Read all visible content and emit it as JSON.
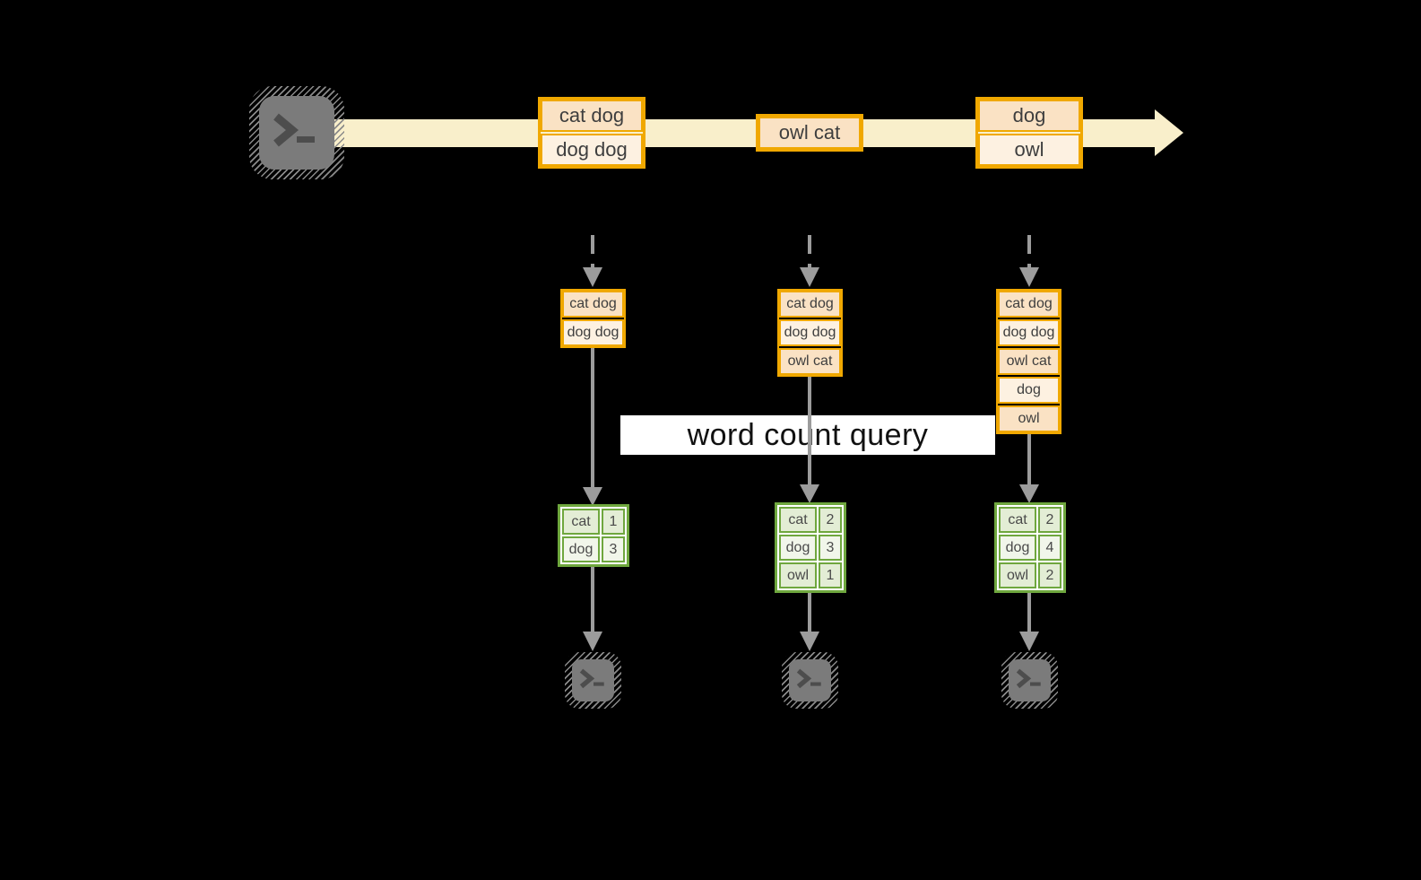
{
  "query": {
    "label": "word count query"
  },
  "stream": {
    "batches": [
      {
        "cells": [
          "cat dog",
          "dog dog"
        ]
      },
      {
        "cells": [
          "owl cat"
        ]
      },
      {
        "cells": [
          "dog",
          "owl"
        ]
      }
    ]
  },
  "buffers": [
    {
      "cells": [
        "cat dog",
        "dog dog"
      ]
    },
    {
      "cells": [
        "cat dog",
        "dog dog",
        "owl cat"
      ]
    },
    {
      "cells": [
        "cat dog",
        "dog dog",
        "owl cat",
        "dog",
        "owl"
      ]
    }
  ],
  "results": [
    {
      "rows": [
        {
          "word": "cat",
          "count": 1
        },
        {
          "word": "dog",
          "count": 3
        }
      ]
    },
    {
      "rows": [
        {
          "word": "cat",
          "count": 2
        },
        {
          "word": "dog",
          "count": 3
        },
        {
          "word": "owl",
          "count": 1
        }
      ]
    },
    {
      "rows": [
        {
          "word": "cat",
          "count": 2
        },
        {
          "word": "dog",
          "count": 4
        },
        {
          "word": "owl",
          "count": 2
        }
      ]
    }
  ],
  "colors": {
    "background": "#000000",
    "stream_band": "#F9EFCB",
    "box_border_gold": "#F0A800",
    "box_fill_dark": "#FAE2C4",
    "box_fill_light": "#FDF1E1",
    "table_border_green": "#6FA73E",
    "table_fill_dark": "#E3EDD5",
    "table_fill_light": "#F1F6EA",
    "arrow_gray": "#9C9C9C",
    "terminal_gray": "#7B7B7B",
    "query_box": "#FFFFFF"
  },
  "icons": {
    "source": "terminal-icon",
    "sinks": [
      "terminal-icon",
      "terminal-icon",
      "terminal-icon"
    ]
  }
}
